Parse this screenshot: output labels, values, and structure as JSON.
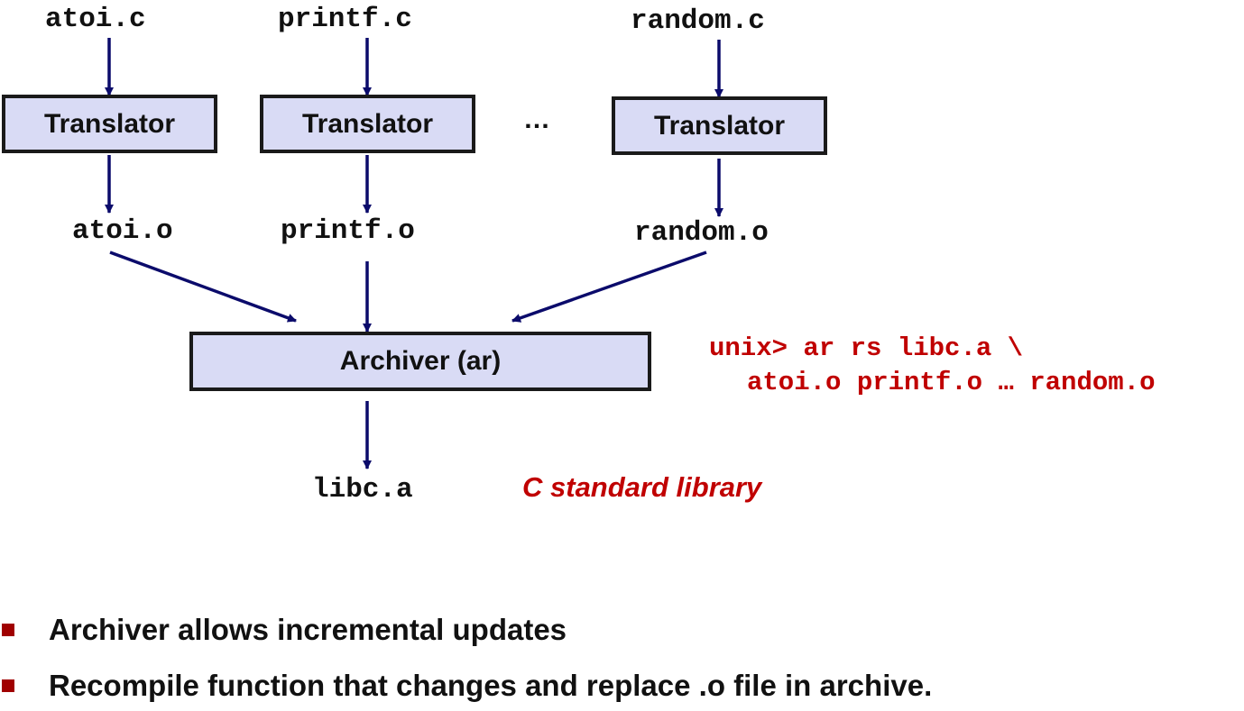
{
  "sources": [
    "atoi.c",
    "printf.c",
    "random.c"
  ],
  "translator_label": "Translator",
  "ellipsis": "…",
  "objects": [
    "atoi.o",
    "printf.o",
    "random.o"
  ],
  "archiver_label": "Archiver (ar)",
  "output": "libc.a",
  "output_note": "C standard library",
  "command": {
    "line1": "unix> ar rs libc.a \\",
    "line2": "atoi.o printf.o … random.o"
  },
  "bullets": [
    "Archiver allows incremental updates",
    "Recompile function that changes and replace .o file in archive."
  ],
  "colors": {
    "arrow": "#0b0b6b",
    "box_fill": "#d9dbf5",
    "accent_red": "#c00000",
    "bullet": "#a00000"
  }
}
